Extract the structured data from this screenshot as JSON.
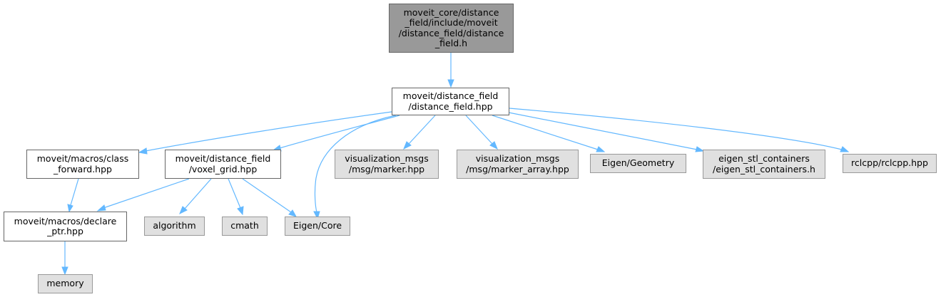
{
  "colors": {
    "edge": "#63b8ff",
    "main_fill": "#999999",
    "external_fill": "#e0e0e0",
    "border": "#666666"
  },
  "nodes": {
    "root": "moveit_core/distance\n_field/include/moveit\n/distance_field/distance\n_field.h",
    "distance_field_hpp": "moveit/distance_field\n/distance_field.hpp",
    "class_forward": "moveit/macros/class\n_forward.hpp",
    "voxel_grid": "moveit/distance_field\n/voxel_grid.hpp",
    "marker": "visualization_msgs\n/msg/marker.hpp",
    "marker_array": "visualization_msgs\n/msg/marker_array.hpp",
    "eigen_geometry": "Eigen/Geometry",
    "eigen_stl": "eigen_stl_containers\n/eigen_stl_containers.h",
    "rclcpp": "rclcpp/rclcpp.hpp",
    "declare_ptr": "moveit/macros/declare\n_ptr.hpp",
    "algorithm": "algorithm",
    "cmath": "cmath",
    "eigen_core": "Eigen/Core",
    "memory": "memory"
  }
}
